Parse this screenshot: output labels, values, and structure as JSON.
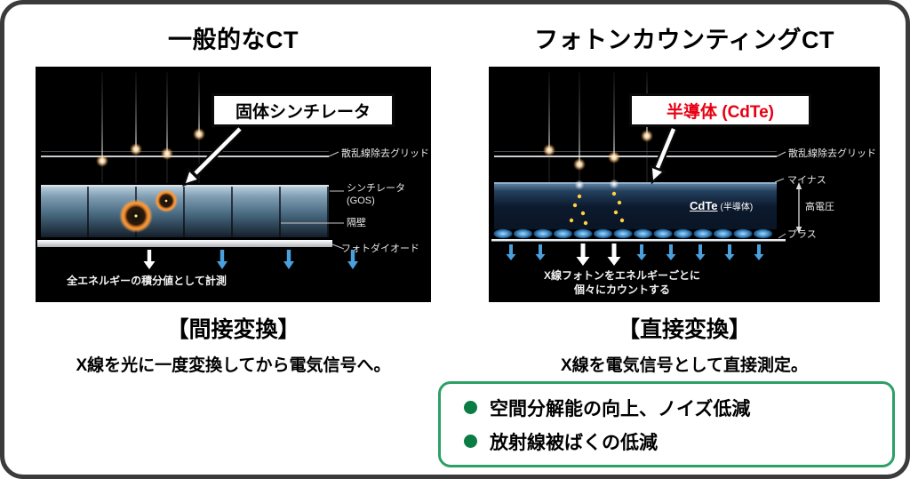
{
  "left": {
    "title": "一般的なCT",
    "callout": "固体シンチレータ",
    "labels": {
      "grid": "散乱線除去グリッド",
      "scint1": "シンチレータ",
      "scint2": "(GOS)",
      "wall": "隔壁",
      "photodiode": "フォトダイオード"
    },
    "panel_caption": "全エネルギーの積分値として計測",
    "conversion_title": "【間接変換】",
    "conversion_desc": "X線を光に一度変換してから電気信号へ。"
  },
  "right": {
    "title": "フォトンカウンティングCT",
    "callout": "半導体 (CdTe)",
    "labels": {
      "grid": "散乱線除去グリッド",
      "minus": "マイナス",
      "high_voltage": "高電圧",
      "plus": "プラス",
      "cdte": "CdTe",
      "cdte_note": "(半導体)"
    },
    "panel_caption1": "X線フォトンをエネルギーごとに",
    "panel_caption2": "個々にカウントする",
    "conversion_title": "【直接変換】",
    "conversion_desc": "X線を電気信号として直接測定。"
  },
  "benefits": {
    "items": [
      "空間分解能の向上、ノイズ低減",
      "放射線被ばくの低減"
    ]
  },
  "colors": {
    "callout_red": "#e60012",
    "benefit_border_green": "#2da066",
    "benefit_bullet_green": "#0a7c44",
    "signal_arrow_blue": "#4aa0dc",
    "panel_background": "#000000"
  }
}
